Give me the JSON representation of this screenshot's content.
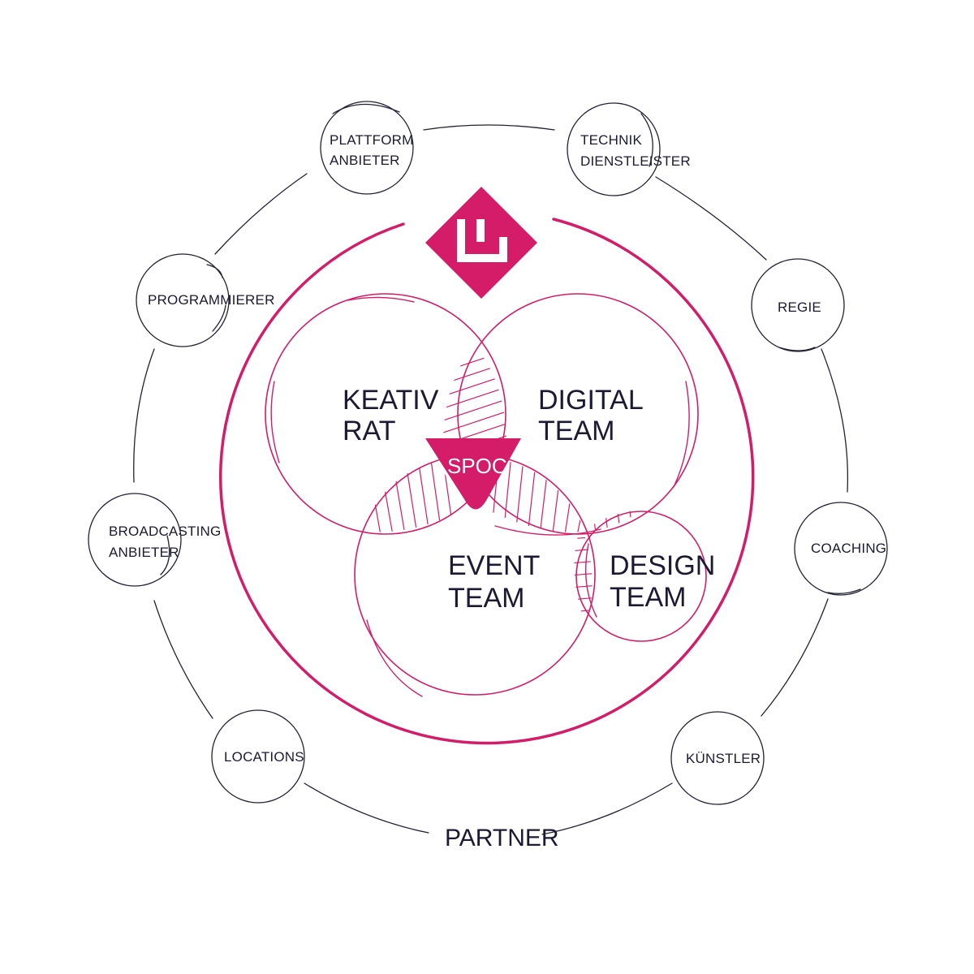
{
  "colors": {
    "accent": "#d41c68",
    "ink": "#1c1a33",
    "background": "#ffffff"
  },
  "logo": {
    "icon": "diamond-logo-icon"
  },
  "outer_ring": {
    "title": "PARTNER",
    "nodes": [
      {
        "id": "plattform-anbieter",
        "lines": [
          "PLATTFORM",
          "ANBIETER"
        ]
      },
      {
        "id": "technik-dienstleister",
        "lines": [
          "TECHNIK",
          "DIENSTLEISTER"
        ]
      },
      {
        "id": "regie",
        "lines": [
          "REGIE"
        ]
      },
      {
        "id": "coaching",
        "lines": [
          "COACHING"
        ]
      },
      {
        "id": "kuenstler",
        "lines": [
          "KÜNSTLER"
        ]
      },
      {
        "id": "locations",
        "lines": [
          "LOCATIONS"
        ]
      },
      {
        "id": "broadcasting-anbieter",
        "lines": [
          "BROADCASTING",
          "ANBIETER"
        ]
      },
      {
        "id": "programmierer",
        "lines": [
          "PROGRAMMIERER"
        ]
      }
    ]
  },
  "teams": [
    {
      "id": "keativ-rat",
      "lines": [
        "KEATIV",
        "RAT"
      ]
    },
    {
      "id": "digital-team",
      "lines": [
        "DIGITAL",
        "TEAM"
      ]
    },
    {
      "id": "event-team",
      "lines": [
        "EVENT",
        "TEAM"
      ]
    },
    {
      "id": "design-team",
      "lines": [
        "DESIGN",
        "TEAM"
      ]
    }
  ],
  "center": {
    "label": "SPOC"
  }
}
